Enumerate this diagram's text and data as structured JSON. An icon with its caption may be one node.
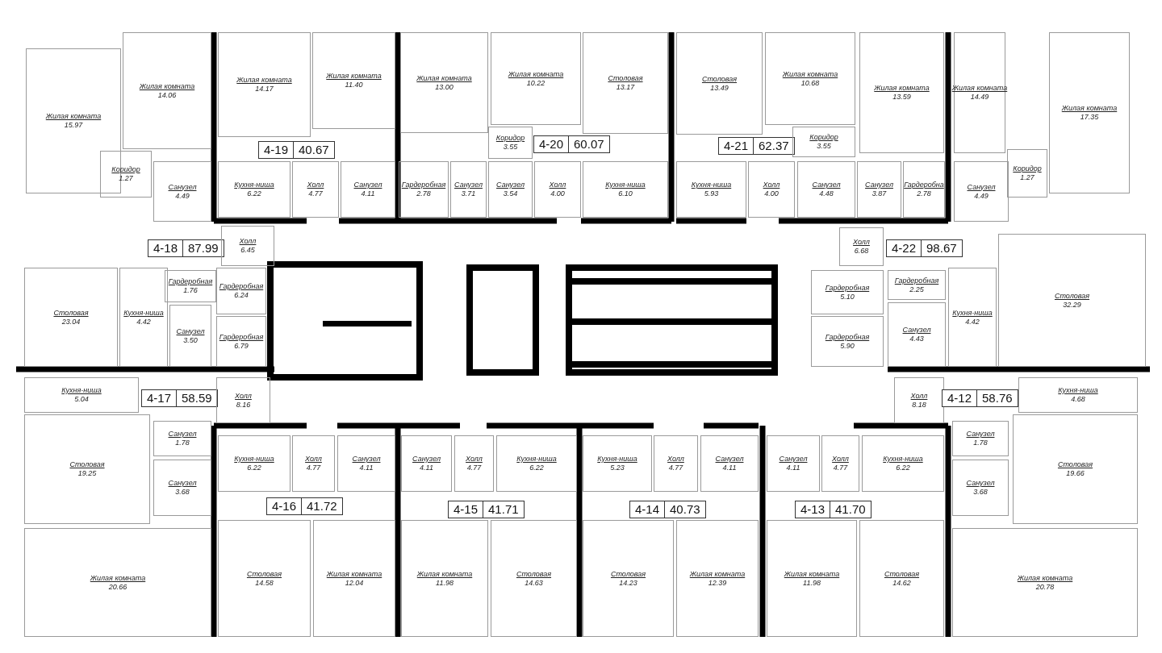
{
  "diagram": {
    "nodes": [
      {
        "text": [
          "Жилая комната",
          "15.97"
        ]
      },
      {
        "text": [
          "Жилая комната",
          "14.06"
        ]
      },
      {
        "text": [
          "Коридор",
          "1.27"
        ]
      },
      {
        "text": [
          "Санузел",
          "4.49"
        ]
      },
      {
        "text": [
          "Жилая комната",
          "14.17"
        ]
      },
      {
        "text": [
          "Жилая комната",
          "11.40"
        ]
      },
      {
        "text": [
          "4-19",
          "40.67"
        ]
      },
      {
        "text": [
          "Кухня-ниша",
          "6.22"
        ]
      },
      {
        "text": [
          "Холл",
          "4.77"
        ]
      },
      {
        "text": [
          "Санузел",
          "4.11"
        ]
      },
      {
        "text": [
          "Жилая комната",
          "13.00"
        ]
      },
      {
        "text": [
          "Жилая комната",
          "10.22"
        ]
      },
      {
        "text": [
          "Коридор",
          "3.55"
        ]
      },
      {
        "text": [
          "4-20",
          "60.07"
        ]
      },
      {
        "text": [
          "Столовая",
          "13.17"
        ]
      },
      {
        "text": [
          "Гардеробная",
          "2.78"
        ]
      },
      {
        "text": [
          "Санузел",
          "3.71"
        ]
      },
      {
        "text": [
          "Санузел",
          "3.54"
        ]
      },
      {
        "text": [
          "Холл",
          "4.00"
        ]
      },
      {
        "text": [
          "Кухня-ниша",
          "6.10"
        ]
      },
      {
        "text": [
          "Столовая",
          "13.49"
        ]
      },
      {
        "text": [
          "4-21",
          "62.37"
        ]
      },
      {
        "text": [
          "Жилая комната",
          "10.68"
        ]
      },
      {
        "text": [
          "Жилая комната",
          "13.59"
        ]
      },
      {
        "text": [
          "Коридор",
          "3.55"
        ]
      },
      {
        "text": [
          "Кухня-ниша",
          "5.93"
        ]
      },
      {
        "text": [
          "Холл",
          "4.00"
        ]
      },
      {
        "text": [
          "Санузел",
          "4.48"
        ]
      },
      {
        "text": [
          "Санузел",
          "3.87"
        ]
      },
      {
        "text": [
          "Гардеробна",
          "2.78"
        ]
      },
      {
        "text": [
          "Жилая комната",
          "14.49"
        ]
      },
      {
        "text": [
          "Жилая комната",
          "17.35"
        ]
      },
      {
        "text": [
          "Санузел",
          "4.49"
        ]
      },
      {
        "text": [
          "Коридор",
          "1.27"
        ]
      },
      {
        "text": [
          "4-18",
          "87.99"
        ]
      },
      {
        "text": [
          "Холл",
          "6.45"
        ]
      },
      {
        "text": [
          "Столовая",
          "23.04"
        ]
      },
      {
        "text": [
          "Кухня-ниша",
          "4.42"
        ]
      },
      {
        "text": [
          "Гардеробная",
          "1.76"
        ]
      },
      {
        "text": [
          "Санузел",
          "3.50"
        ]
      },
      {
        "text": [
          "Гардеробная",
          "6.24"
        ]
      },
      {
        "text": [
          "Гардеробная",
          "6.79"
        ]
      },
      {
        "text": [
          "Холл",
          "6.68"
        ]
      },
      {
        "text": [
          "4-22",
          "98.67"
        ]
      },
      {
        "text": [
          "Гардеробная",
          "5.10"
        ]
      },
      {
        "text": [
          "Гардеробная",
          "2.25"
        ]
      },
      {
        "text": [
          "Гардеробная",
          "5.90"
        ]
      },
      {
        "text": [
          "Санузел",
          "4.43"
        ]
      },
      {
        "text": [
          "Кухня-ниша",
          "4.42"
        ]
      },
      {
        "text": [
          "Столовая",
          "32.29"
        ]
      },
      {
        "text": [
          "Кухня-ниша",
          "5.04"
        ]
      },
      {
        "text": [
          "4-17",
          "58.59"
        ]
      },
      {
        "text": [
          "Холл",
          "8.16"
        ]
      },
      {
        "text": [
          "Столовая",
          "19.25"
        ]
      },
      {
        "text": [
          "Санузел",
          "1.78"
        ]
      },
      {
        "text": [
          "Санузел",
          "3.68"
        ]
      },
      {
        "text": [
          "Жилая комната",
          "20.66"
        ]
      },
      {
        "text": [
          "Кухня-ниша",
          "6.22"
        ]
      },
      {
        "text": [
          "Холл",
          "4.77"
        ]
      },
      {
        "text": [
          "Санузел",
          "4.11"
        ]
      },
      {
        "text": [
          "4-16",
          "41.72"
        ]
      },
      {
        "text": [
          "Столовая",
          "14.58"
        ]
      },
      {
        "text": [
          "Жилая комната",
          "12.04"
        ]
      },
      {
        "text": [
          "Санузел",
          "4.11"
        ]
      },
      {
        "text": [
          "Холл",
          "4.77"
        ]
      },
      {
        "text": [
          "Кухня-ниша",
          "6.22"
        ]
      },
      {
        "text": [
          "4-15",
          "41.71"
        ]
      },
      {
        "text": [
          "Жилая комната",
          "11.98"
        ]
      },
      {
        "text": [
          "Столовая",
          "14.63"
        ]
      },
      {
        "text": [
          "Кухня-ниша",
          "5.23"
        ]
      },
      {
        "text": [
          "Холл",
          "4.77"
        ]
      },
      {
        "text": [
          "Санузел",
          "4.11"
        ]
      },
      {
        "text": [
          "4-14",
          "40.73"
        ]
      },
      {
        "text": [
          "Столовая",
          "14.23"
        ]
      },
      {
        "text": [
          "Жилая комната",
          "12.39"
        ]
      },
      {
        "text": [
          "Санузел",
          "4.11"
        ]
      },
      {
        "text": [
          "Холл",
          "4.77"
        ]
      },
      {
        "text": [
          "Кухня-ниша",
          "6.22"
        ]
      },
      {
        "text": [
          "4-13",
          "41.70"
        ]
      },
      {
        "text": [
          "Жилая комната",
          "11.98"
        ]
      },
      {
        "text": [
          "Столовая",
          "14.62"
        ]
      },
      {
        "text": [
          "Холл",
          "8.18"
        ]
      },
      {
        "text": [
          "4-12",
          "58.76"
        ]
      },
      {
        "text": [
          "Кухня-ниша",
          "4.68"
        ]
      },
      {
        "text": [
          "Санузел",
          "1.78"
        ]
      },
      {
        "text": [
          "Санузел",
          "3.68"
        ]
      },
      {
        "text": [
          "Столовая",
          "19.66"
        ]
      },
      {
        "text": [
          "Жилая комната",
          "20.78"
        ]
      }
    ]
  }
}
